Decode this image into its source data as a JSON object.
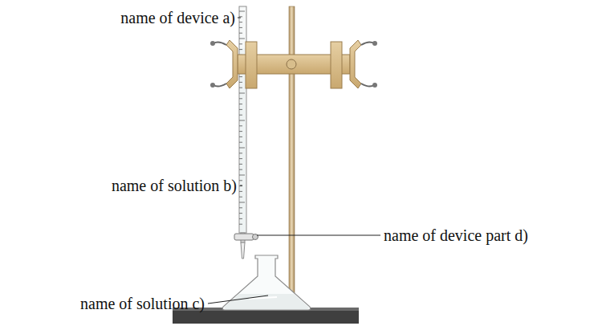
{
  "diagram": {
    "labels": [
      "name of device a)",
      "name of solution b)",
      "name of device part d)",
      "name of solution c)"
    ]
  }
}
